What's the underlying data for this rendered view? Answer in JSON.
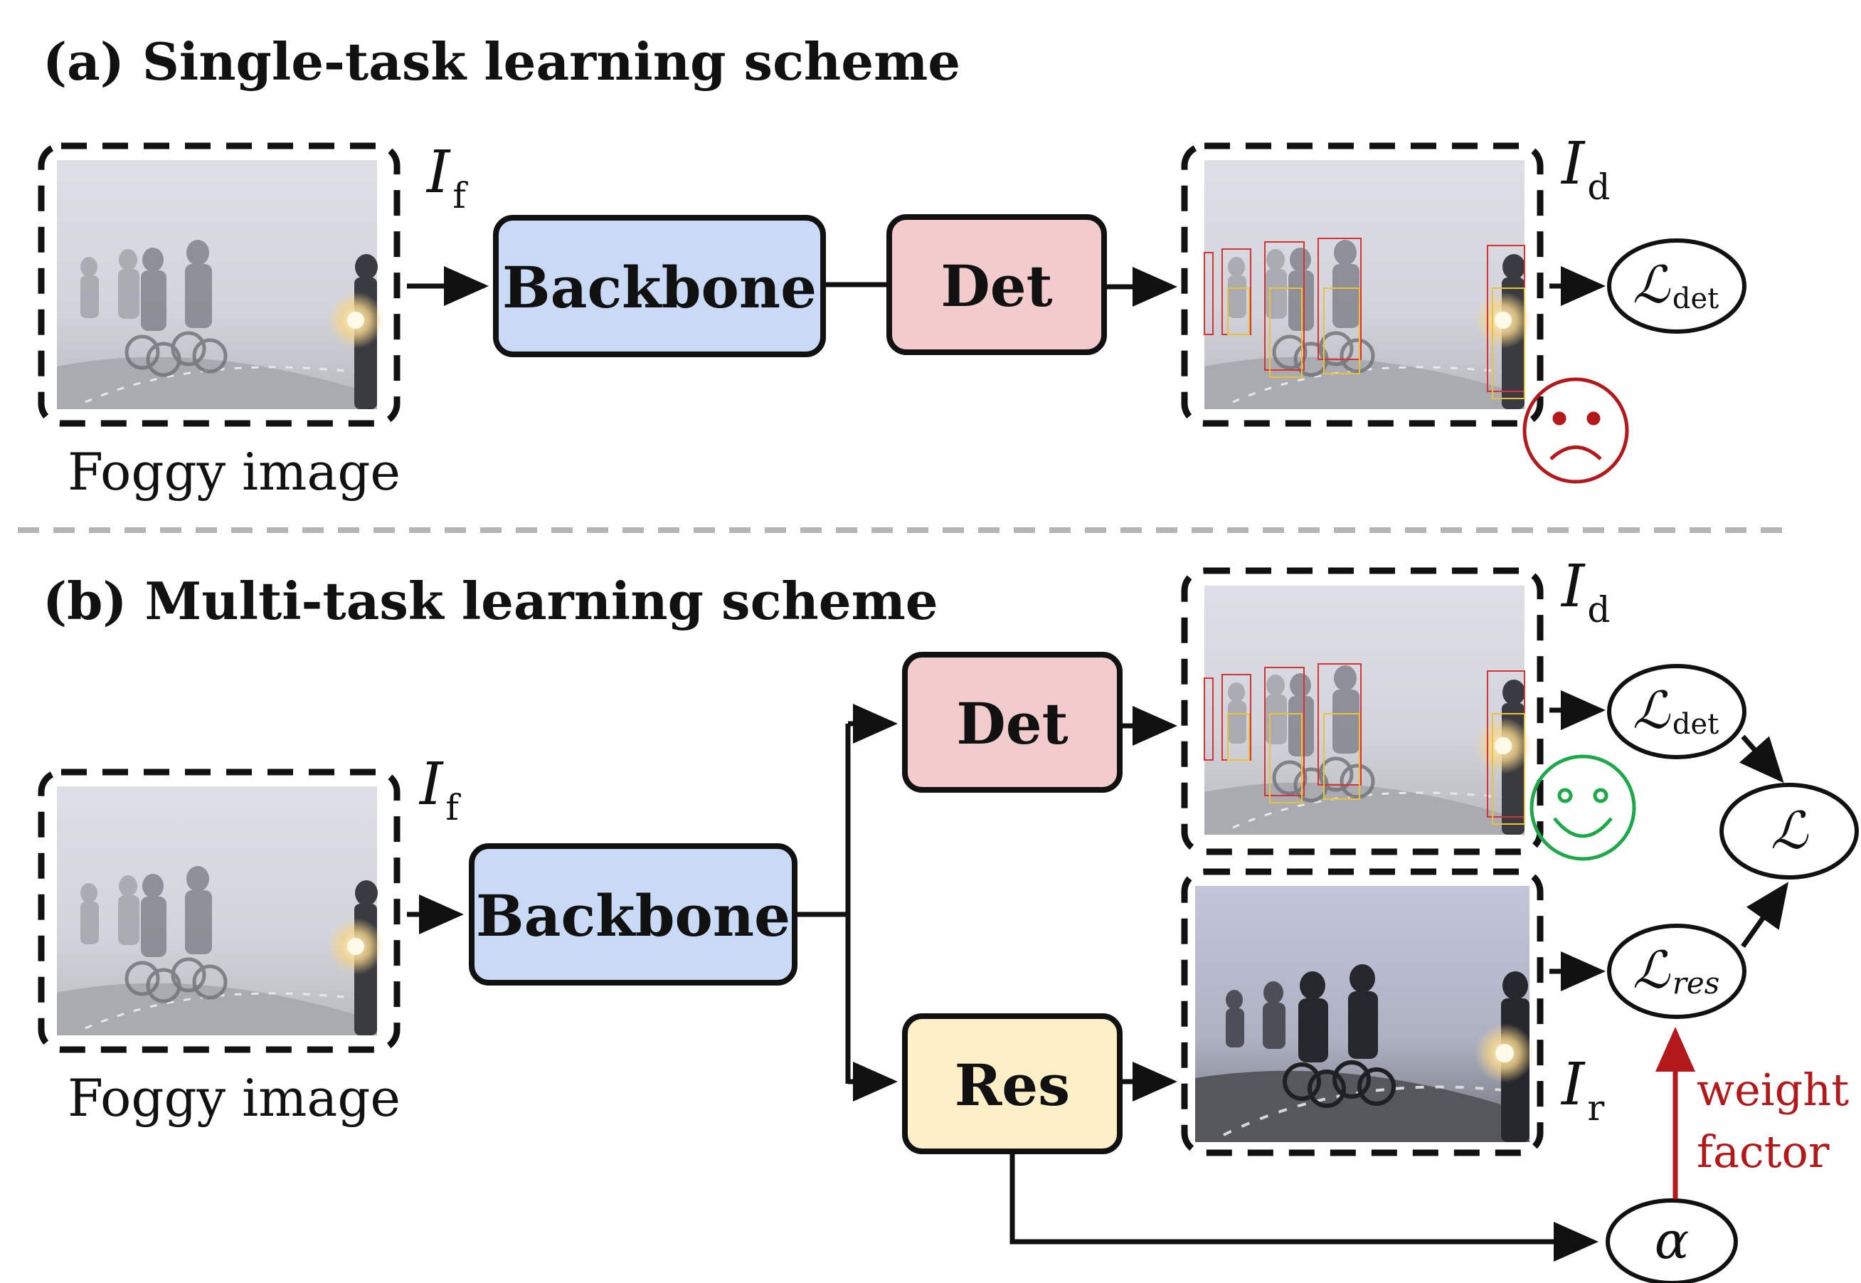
{
  "section_a": {
    "title": "(a) Single-task learning scheme",
    "input_caption": "Foggy image",
    "input_label": "I",
    "input_sub": "f",
    "backbone_label": "Backbone",
    "det_label": "Det",
    "output_label": "I",
    "output_sub": "d",
    "loss_symbol": "ℒ",
    "loss_sub": "det",
    "face": "sad-face"
  },
  "section_b": {
    "title": "(b) Multi-task learning scheme",
    "input_caption": "Foggy image",
    "input_label": "I",
    "input_sub": "f",
    "backbone_label": "Backbone",
    "det_label": "Det",
    "res_label": "Res",
    "det_output_label": "I",
    "det_output_sub": "d",
    "res_output_label": "I",
    "res_output_sub": "r",
    "loss_det_symbol": "ℒ",
    "loss_det_sub": "det",
    "loss_res_symbol": "ℒ",
    "loss_res_sub": "res",
    "loss_total_symbol": "ℒ",
    "alpha_symbol": "α",
    "weight_line1": "weight",
    "weight_line2": "factor",
    "face": "happy-face"
  },
  "colors": {
    "backbone_fill": "#c9daf7",
    "det_fill": "#f2cccc",
    "res_fill": "#fdf0c7",
    "sad_face": "#b3191a",
    "happy_face": "#1ea84a",
    "weight_arrow": "#b3191a",
    "divider": "#b5b5b5"
  }
}
